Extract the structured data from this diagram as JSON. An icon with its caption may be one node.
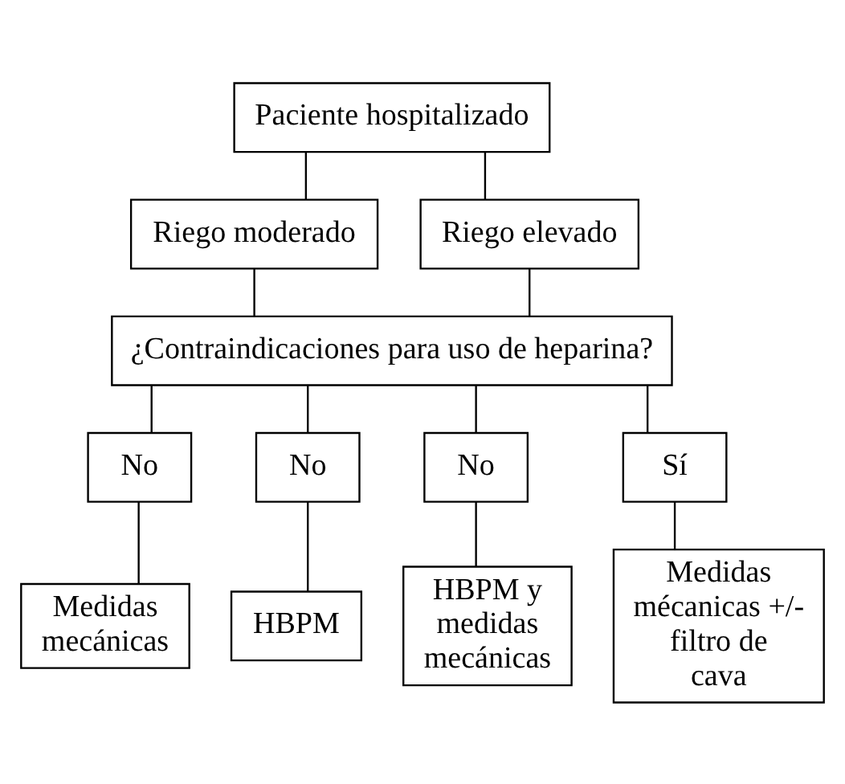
{
  "diagram": {
    "nodes": [
      {
        "text": [
          "Paciente hospitalizado"
        ]
      },
      {
        "text": [
          "Riego moderado"
        ]
      },
      {
        "text": [
          "Riego elevado"
        ]
      },
      {
        "text": [
          "¿Contraindicaciones para uso de heparina?"
        ]
      },
      {
        "text": [
          "No"
        ]
      },
      {
        "text": [
          "No"
        ]
      },
      {
        "text": [
          "No"
        ]
      },
      {
        "text": [
          "Sí"
        ]
      },
      {
        "text": [
          "Medidas mecánicas"
        ]
      },
      {
        "text": [
          "HBPM"
        ]
      },
      {
        "text": [
          "HBPM y medidas mecánicas"
        ]
      },
      {
        "text": [
          "Medidas mécanicas +/- filtro de cava"
        ]
      }
    ],
    "edges": [
      {
        "from": 0,
        "to": 1,
        "arrow": "none"
      },
      {
        "from": 0,
        "to": 2,
        "arrow": "none"
      },
      {
        "from": 1,
        "to": 3,
        "arrow": "none"
      },
      {
        "from": 2,
        "to": 3,
        "arrow": "none"
      },
      {
        "from": 3,
        "to": 4,
        "arrow": "none"
      },
      {
        "from": 3,
        "to": 5,
        "arrow": "none"
      },
      {
        "from": 3,
        "to": 6,
        "arrow": "none"
      },
      {
        "from": 3,
        "to": 7,
        "arrow": "none"
      },
      {
        "from": 4,
        "to": 8,
        "arrow": "none"
      },
      {
        "from": 5,
        "to": 9,
        "arrow": "none"
      },
      {
        "from": 6,
        "to": 10,
        "arrow": "none"
      },
      {
        "from": 7,
        "to": 11,
        "arrow": "none"
      }
    ]
  }
}
